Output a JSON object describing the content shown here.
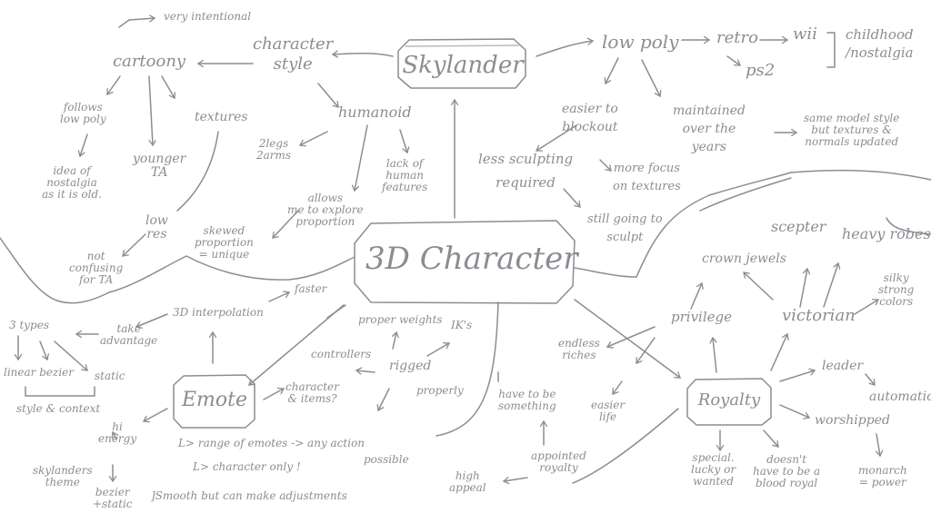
{
  "diagram": {
    "center": "3D Character",
    "skylander": "Skylander",
    "emote": "Emote",
    "royalty": "Royalty",
    "notes": {
      "very_intentional": "very intentional",
      "cartoony": "cartoony",
      "character_style": "character\nstyle",
      "follows_low_poly": "follows\nlow poly",
      "textures": "textures",
      "humanoid": "humanoid",
      "younger_ta": "younger\nTA",
      "idea_nostalgia": "idea of\nnostalgia\nas it is old.",
      "two_legs_arms": "2legs\n2arms",
      "lack_human": "lack of\nhuman\nfeatures",
      "allows_explore": "allows\nme to explore\nproportion",
      "low_res": "low\nres",
      "skewed": "skewed\nproportion\n= unique",
      "not_confusing": "not\nconfusing\nfor TA",
      "low_poly": "low poly",
      "retro": "retro",
      "wii": "wii",
      "ps2": "ps2",
      "childhood": "childhood\n/nostalgia",
      "easier_blockout": "easier to\nblockout",
      "maintained": "maintained\nover the\nyears",
      "same_model": "same model style\nbut textures &\nnormals updated",
      "less_sculpting": "less sculpting\nrequired",
      "more_focus": "more focus\non textures",
      "still_sculpt": "still going to\nsculpt",
      "crown_jewels": "crown jewels",
      "scepter": "scepter",
      "heavy_robes": "heavy robes",
      "silky": "silky\nstrong\ncolors",
      "victorian": "victorian",
      "privilege": "privilege",
      "endless_riches": "endless\nriches",
      "easier_life": "easier\nlife",
      "have_to_be": "have to be\nsomething",
      "appointed": "appointed\nroyalty",
      "high_appeal": "high\nappeal",
      "leader": "leader",
      "automatic": "automatic",
      "worshipped": "worshipped",
      "monarch_power": "monarch\n= power",
      "special": "special.\nlucky or\nwanted",
      "doesnt_have": "doesn't\nhave to be a\nblood royal",
      "three_types": "3 types",
      "take_advantage": "take\nadvantage",
      "interpolation": "3D interpolation",
      "faster": "faster",
      "linear": "linear bezier",
      "static": "static",
      "style_context": "style & context",
      "proper_weights": "proper weights",
      "iks": "IK's",
      "controllers": "controllers",
      "rigged": "rigged",
      "properly": "properly",
      "character_items": "character\n& items?",
      "hi_energy": "hi\nenergy",
      "range_emotes": "L> range of emotes -> any action",
      "character_only": "L> character only !",
      "possible": "possible",
      "skylanders_theme": "skylanders\ntheme",
      "bezier_static": "bezier\n+static",
      "smooth": "]Smooth but can make adjustments"
    }
  }
}
